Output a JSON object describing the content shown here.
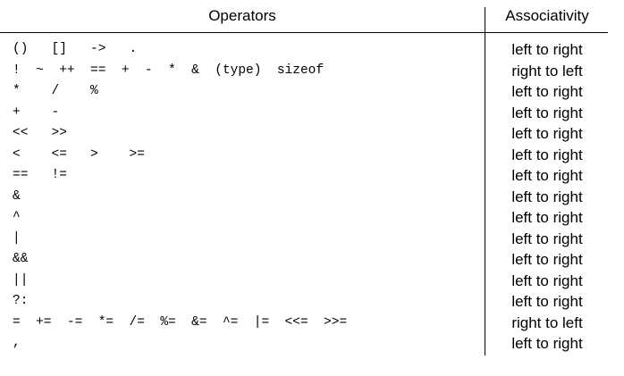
{
  "header": {
    "operators": "Operators",
    "associativity": "Associativity"
  },
  "rows": [
    {
      "operators": "()   []   ->   .",
      "associativity": "left to right"
    },
    {
      "operators": "!  ~  ++  ==  +  -  *  &  (type)  sizeof",
      "associativity": "right to left"
    },
    {
      "operators": "*    /    %",
      "associativity": "left to right"
    },
    {
      "operators": "+    -",
      "associativity": "left to right"
    },
    {
      "operators": "<<   >>",
      "associativity": "left to right"
    },
    {
      "operators": "<    <=   >    >=",
      "associativity": "left to right"
    },
    {
      "operators": "==   !=",
      "associativity": "left to right"
    },
    {
      "operators": "&",
      "associativity": "left to right"
    },
    {
      "operators": "^",
      "associativity": "left to right"
    },
    {
      "operators": "|",
      "associativity": "left to right"
    },
    {
      "operators": "&&",
      "associativity": "left to right"
    },
    {
      "operators": "||",
      "associativity": "left to right"
    },
    {
      "operators": "?:",
      "associativity": "left to right"
    },
    {
      "operators": "=  +=  -=  *=  /=  %=  &=  ^=  |=  <<=  >>=",
      "associativity": "right to left"
    },
    {
      "operators": ",",
      "associativity": "left to right"
    }
  ]
}
